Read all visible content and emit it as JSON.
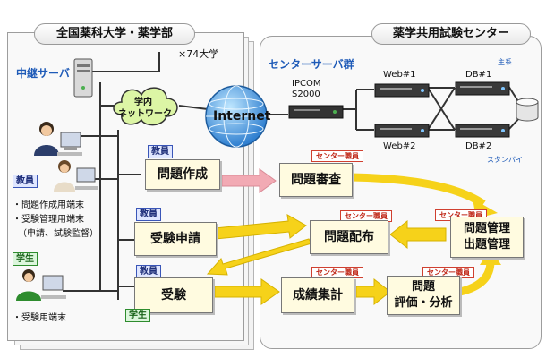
{
  "left_panel": {
    "title": "全国薬科大学・薬学部",
    "count": "×74大学",
    "relay_server": "中継サーバ",
    "campus_network": [
      "学内",
      "ネットワーク"
    ],
    "faculty_tag": "教員",
    "faculty_list": [
      "・問題作成用端末",
      "・受験管理用端末",
      "（申請、試験監督）"
    ],
    "student_tag": "学生",
    "student_list": [
      "・受験用端末"
    ]
  },
  "internet_label": "Internet",
  "right_panel": {
    "title": "薬学共用試験センター",
    "server_group": "センターサーバ群",
    "ipcom": [
      "IPCOM",
      "S2000"
    ],
    "web1": "Web#1",
    "web2": "Web#2",
    "db1": "DB#1",
    "db2": "DB#2",
    "primary": "主系",
    "standby": "スタンバイ"
  },
  "process": {
    "create": {
      "tag": "教員",
      "label": "問題作成"
    },
    "apply": {
      "tag": "教員",
      "label": "受験申請"
    },
    "exam": {
      "tag": "教員",
      "tag2": "学生",
      "label": "受験"
    },
    "review": {
      "tag": "センター職員",
      "label": "問題審査"
    },
    "distribute": {
      "tag": "センター職員",
      "label": "問題配布"
    },
    "manage": {
      "tag": "センター職員",
      "label": [
        "問題管理",
        "出題管理"
      ]
    },
    "tally": {
      "tag": "センター職員",
      "label": "成績集計"
    },
    "evaluate": {
      "tag": "センター職員",
      "label": [
        "問題",
        "評価・分析"
      ]
    }
  },
  "colors": {
    "arrow_yellow": "#f6d21a",
    "arrow_pink": "#f2aab4",
    "tag_red": "#c02818",
    "tag_blue": "#1f2f7a",
    "tag_green": "#166216",
    "accent_blue": "#1f5bb8"
  }
}
